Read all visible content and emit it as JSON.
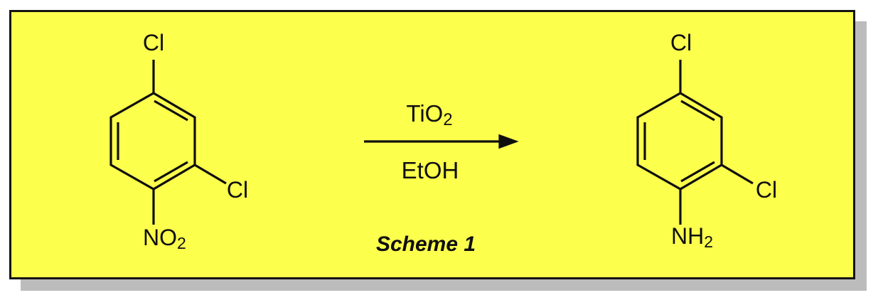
{
  "figure": {
    "caption": "Scheme 1",
    "reaction": {
      "conditions_above": {
        "text": "TiO",
        "sub": "2"
      },
      "conditions_below": "EtOH"
    },
    "reactant": {
      "label_top": "Cl",
      "label_ortho": "Cl",
      "label_bottom": {
        "text": "NO",
        "sub": "2"
      }
    },
    "product": {
      "label_top": "Cl",
      "label_ortho": "Cl",
      "label_bottom": {
        "text": "NH",
        "sub": "2"
      }
    }
  },
  "colors": {
    "panel_fill": "#fdff4d",
    "panel_border": "#141414",
    "panel_shadow": "#bcbcbc",
    "ink": "#0f0f0f",
    "page_background": "#ffffff"
  }
}
